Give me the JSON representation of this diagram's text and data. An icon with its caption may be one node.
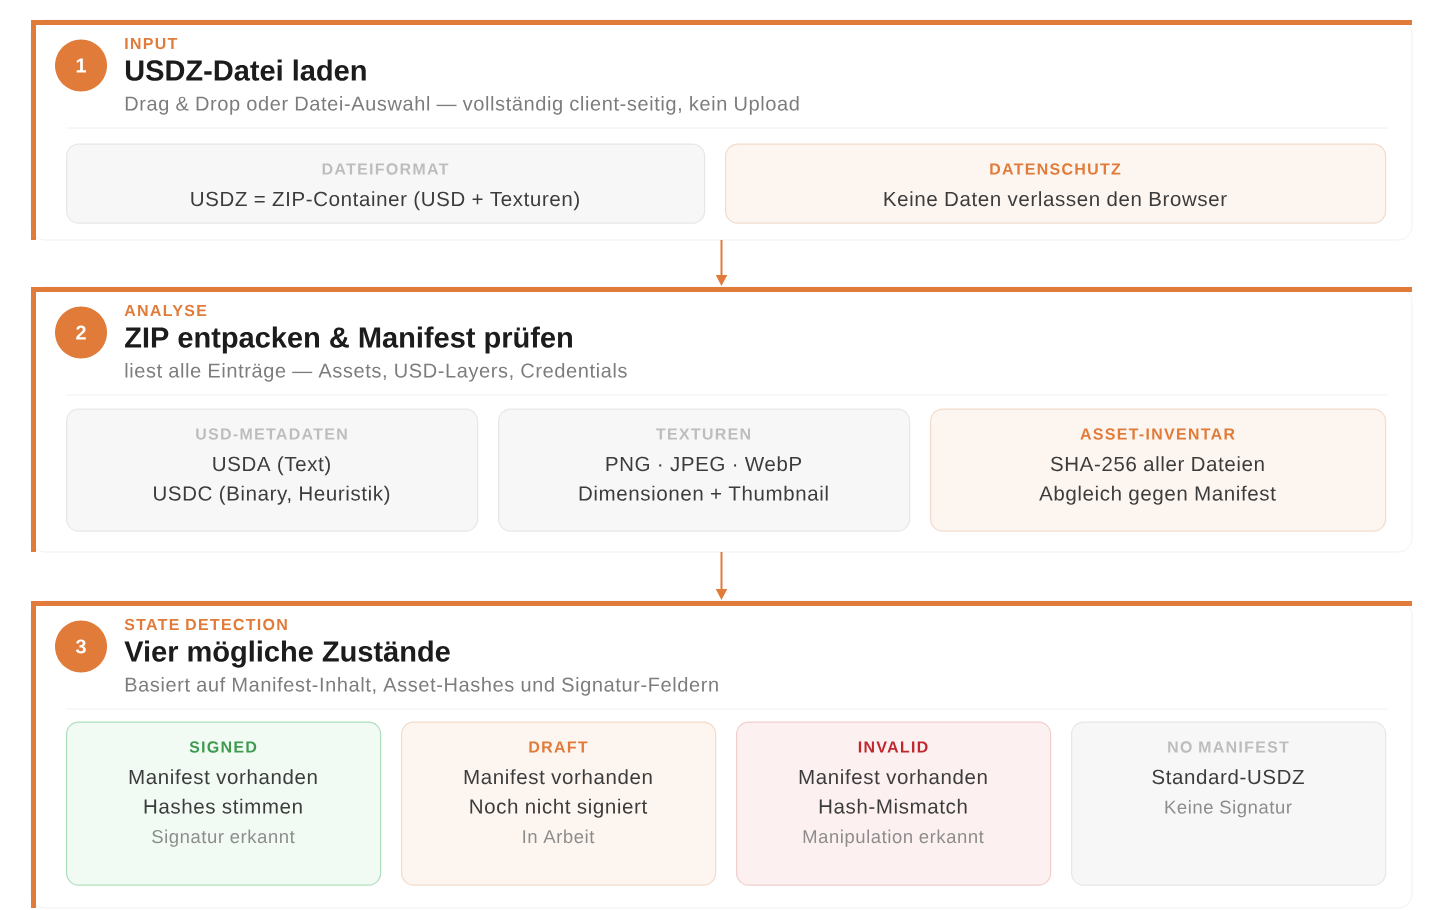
{
  "diagram": {
    "nodes": [
      {
        "text": [
          "INPUT",
          "USDZ-Datei laden",
          "Drag & Drop oder Datei-Auswahl — vollständig client-seitig, kein Upload"
        ]
      },
      {
        "text": [
          "1"
        ],
        "in": 0
      },
      {
        "text": [
          "DATEIFORMAT",
          "USDZ = ZIP-Container (USD + Texturen)"
        ],
        "in": 0
      },
      {
        "text": [
          "DATENSCHUTZ",
          "Keine Daten verlassen den Browser"
        ],
        "in": 0
      },
      {
        "text": [
          "ANALYSE",
          "ZIP entpacken & Manifest prüfen",
          "liest alle Einträge — Assets, USD-Layers, Credentials"
        ]
      },
      {
        "text": [
          "2"
        ],
        "in": 4
      },
      {
        "text": [
          "USD-METADATEN",
          "USDA (Text)",
          "USDC (Binary, Heuristik)"
        ],
        "in": 4
      },
      {
        "text": [
          "TEXTUREN",
          "PNG · JPEG · WebP",
          "Dimensionen + Thumbnail"
        ],
        "in": 4
      },
      {
        "text": [
          "ASSET-INVENTAR",
          "SHA-256 aller Dateien",
          "Abgleich gegen Manifest"
        ],
        "in": 4
      },
      {
        "text": [
          "STATE DETECTION",
          "Vier mögliche Zustände",
          "Basiert auf Manifest-Inhalt, Asset-Hashes und Signatur-Feldern"
        ]
      },
      {
        "text": [
          "3"
        ],
        "in": 9
      },
      {
        "text": [
          "SIGNED",
          "Manifest vorhanden",
          "Hashes stimmen",
          "Signatur erkannt"
        ],
        "in": 9
      },
      {
        "text": [
          "DRAFT",
          "Manifest vorhanden",
          "Noch nicht signiert",
          "In Arbeit"
        ],
        "in": 9
      },
      {
        "text": [
          "INVALID",
          "Manifest vorhanden",
          "Hash-Mismatch",
          "Manipulation erkannt"
        ],
        "in": 9
      },
      {
        "text": [
          "NO MANIFEST",
          "Standard-USDZ",
          "Keine Signatur"
        ],
        "in": 9
      }
    ],
    "edges": [
      {
        "from": 0,
        "to": 4,
        "arrow": "to"
      },
      {
        "from": 4,
        "to": 9,
        "arrow": "to"
      }
    ]
  }
}
